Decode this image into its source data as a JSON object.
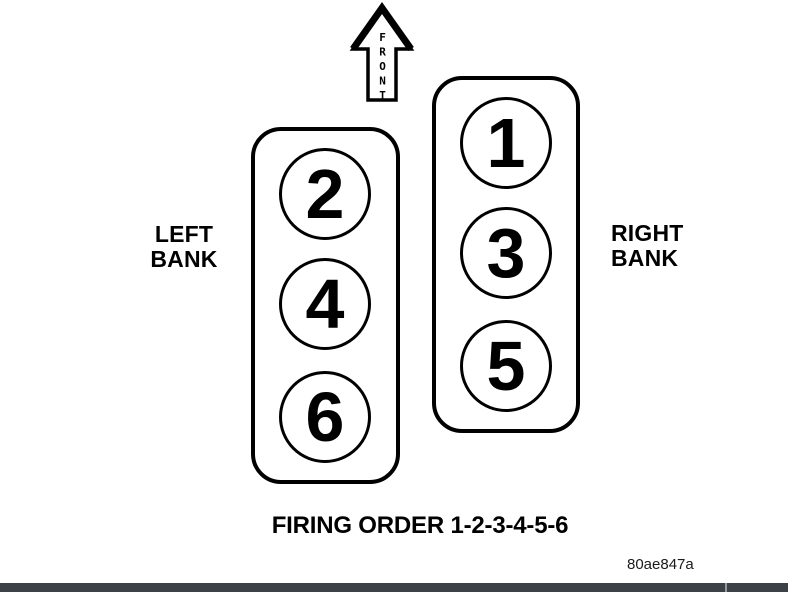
{
  "diagram": {
    "front_arrow": {
      "label": "FRONT"
    },
    "left_bank": {
      "label_line1": "LEFT",
      "label_line2": "BANK",
      "cylinders": [
        "2",
        "4",
        "6"
      ]
    },
    "right_bank": {
      "label_line1": "RIGHT",
      "label_line2": "BANK",
      "cylinders": [
        "1",
        "3",
        "5"
      ]
    },
    "caption": "FIRING ORDER 1-2-3-4-5-6",
    "firing_order": "1-2-3-4-5-6",
    "figure_code": "80ae847a",
    "colors": {
      "line": "#000000",
      "background": "#ffffff",
      "bottom_bar": "#3c4148",
      "bottom_bar_divider": "#949aa0"
    }
  }
}
